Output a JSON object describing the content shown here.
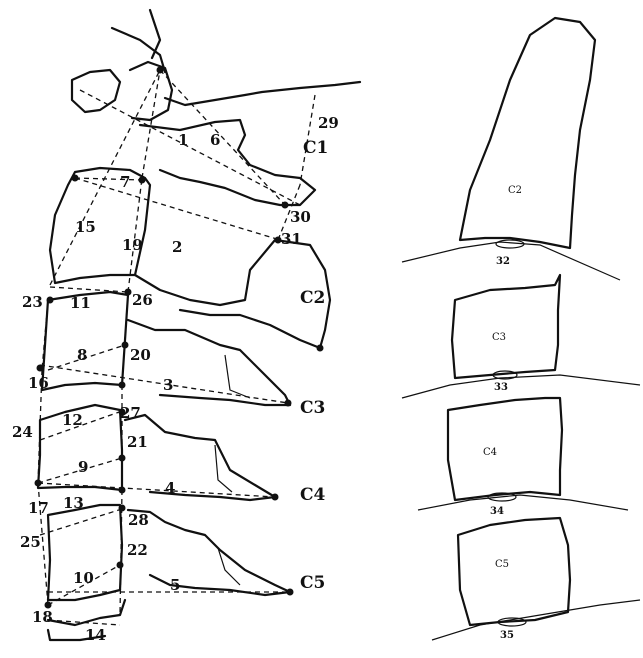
{
  "left": {
    "vertebra_labels": [
      "C1",
      "C2",
      "C3",
      "C4",
      "C5"
    ],
    "numbers": [
      "1",
      "2",
      "3",
      "4",
      "5",
      "6",
      "7",
      "8",
      "9",
      "10",
      "11",
      "12",
      "13",
      "14",
      "15",
      "16",
      "17",
      "18",
      "19",
      "20",
      "21",
      "22",
      "23",
      "24",
      "25",
      "26",
      "27",
      "28",
      "29",
      "30",
      "31"
    ]
  },
  "right": {
    "vertebra_labels": [
      "C2",
      "C3",
      "C4",
      "C5"
    ],
    "disc_numbers": [
      "32",
      "33",
      "34",
      "35"
    ]
  }
}
